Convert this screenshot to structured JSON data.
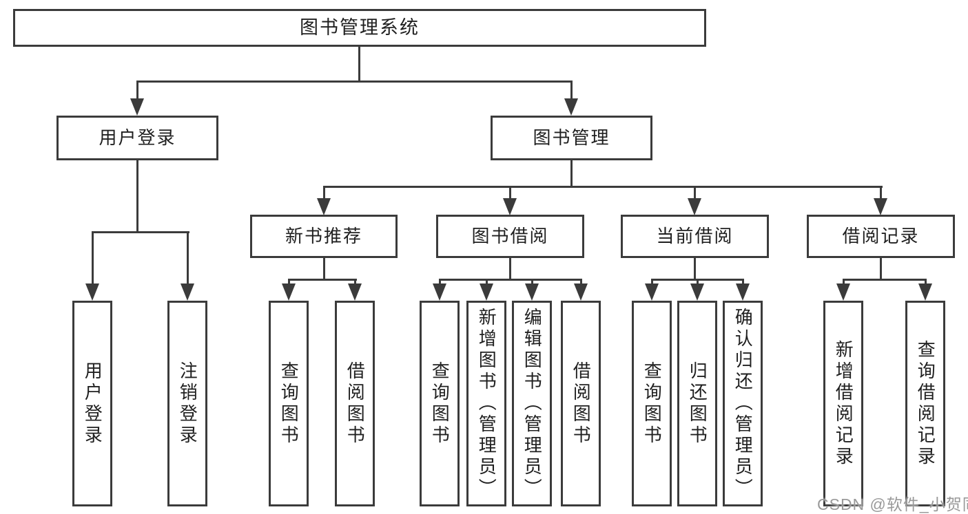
{
  "colors": {
    "line": "#3b3b3b",
    "ink": "#1f1f1f",
    "watermark": "#999999",
    "bg": "#ffffff"
  },
  "watermark": {
    "text": "CSDN @软件_小贺同学"
  },
  "tree": {
    "label": "图书管理系统",
    "children": [
      {
        "label": "用户登录",
        "children": [
          {
            "label": "用户登录"
          },
          {
            "label": "注销登录"
          }
        ]
      },
      {
        "label": "图书管理",
        "children": [
          {
            "label": "新书推荐",
            "children": [
              {
                "label": "查询图书"
              },
              {
                "label": "借阅图书"
              }
            ]
          },
          {
            "label": "图书借阅",
            "children": [
              {
                "label": "查询图书"
              },
              {
                "label": "新增图书（管理员）"
              },
              {
                "label": "编辑图书（管理员）"
              },
              {
                "label": "借阅图书"
              }
            ]
          },
          {
            "label": "当前借阅",
            "children": [
              {
                "label": "查询图书"
              },
              {
                "label": "归还图书"
              },
              {
                "label": "确认归还（管理员）"
              }
            ]
          },
          {
            "label": "借阅记录",
            "children": [
              {
                "label": "新增借阅记录"
              },
              {
                "label": "查询借阅记录"
              }
            ]
          }
        ]
      }
    ]
  }
}
